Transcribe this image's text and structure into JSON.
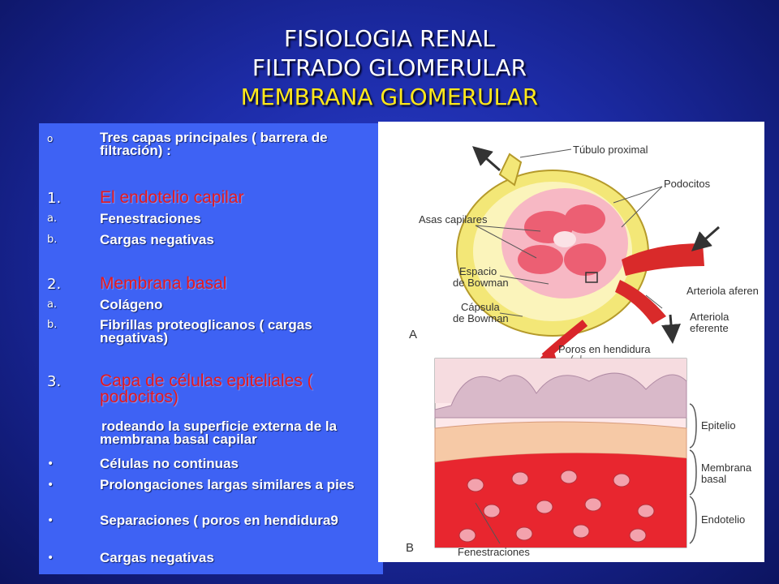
{
  "title": {
    "line1": "FISIOLOGIA RENAL",
    "line2": "FILTRADO GLOMERULAR",
    "line3": "MEMBRANA GLOMERULAR"
  },
  "items": [
    {
      "marker": "o",
      "text": "Tres capas principales ( barrera de filtración) :"
    },
    {
      "marker": "1.",
      "text": "El endotelio capilar"
    },
    {
      "marker": "a.",
      "text": "Fenestraciones"
    },
    {
      "marker": "b.",
      "text": "Cargas negativas"
    },
    {
      "marker": "2.",
      "text": "Membrana basal"
    },
    {
      "marker": "a.",
      "text": "Colágeno"
    },
    {
      "marker": "b.",
      "text": "Fibrillas proteoglicanos ( cargas negativas)"
    },
    {
      "marker": "3.",
      "text": "Capa de células epiteliales ( podocitos)"
    },
    {
      "marker": "",
      "text": "rodeando la superficie externa de la membrana basal capilar"
    },
    {
      "marker": "•",
      "text": "Células no continuas"
    },
    {
      "marker": "•",
      "text": "Prolongaciones largas similares a pies"
    },
    {
      "marker": "•",
      "text": "Separaciones ( poros en hendidura9"
    },
    {
      "marker": "•",
      "text": "Cargas negativas"
    }
  ],
  "diagram": {
    "labels": {
      "tubulo": "Túbulo proximal",
      "podocitos": "Podocitos",
      "asas": "Asas capilares",
      "espacio_1": "Espacio",
      "espacio_2": "de Bowman",
      "capsula_1": "Cápsula",
      "capsula_2": "de Bowman",
      "aferente": "Arteriola aferen",
      "eferente_1": "Arteriola",
      "eferente_2": "eferente",
      "a": "A",
      "poros": "Poros en hendidura",
      "epitelio": "Epitelio",
      "membrana_1": "Membrana",
      "membrana_2": "basal",
      "endotelio": "Endotelio",
      "b": "B",
      "fenestraciones": "Fenestraciones"
    }
  },
  "colors": {
    "panel": "#3e62f4",
    "heading_red": "#e5191e",
    "title_yellow": "#ffe81a"
  }
}
